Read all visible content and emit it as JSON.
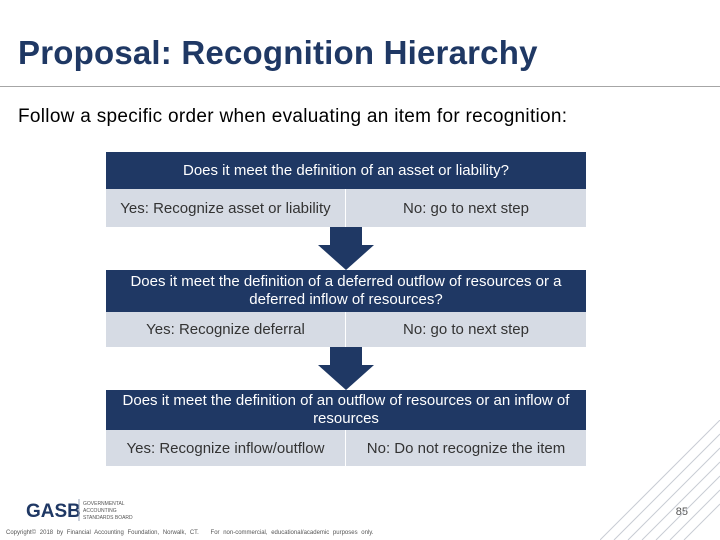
{
  "slide": {
    "title": "Proposal: Recognition Hierarchy",
    "intro": "Follow a specific order when evaluating an item for recognition:",
    "page_number": "85"
  },
  "steps": [
    {
      "question": "Does it meet the definition of an asset or liability?",
      "yes": "Yes: Recognize asset or liability",
      "no": "No: go to next step"
    },
    {
      "question": "Does it meet the definition of a deferred outflow of resources or a deferred inflow of resources?",
      "yes": "Yes: Recognize deferral",
      "no": "No: go to next step"
    },
    {
      "question": "Does it meet the definition of an outflow of resources or an inflow of resources",
      "yes": "Yes: Recognize inflow/outflow",
      "no": "No: Do not recognize the item"
    }
  ],
  "footer": {
    "copyright": "Copyright© 2018 by Financial Accounting Foundation, Norwalk, CT.",
    "notice": "For non-commercial, educational/academic purposes only."
  },
  "logo": {
    "wordmark": "GASB",
    "tagline_1": "GOVERNMENTAL",
    "tagline_2": "ACCOUNTING",
    "tagline_3": "STANDARDS BOARD"
  },
  "colors": {
    "title": "#1f3864",
    "question_bg": "#1f3864",
    "answer_bg": "#d6dbe4",
    "arrow": "#1f3864"
  }
}
